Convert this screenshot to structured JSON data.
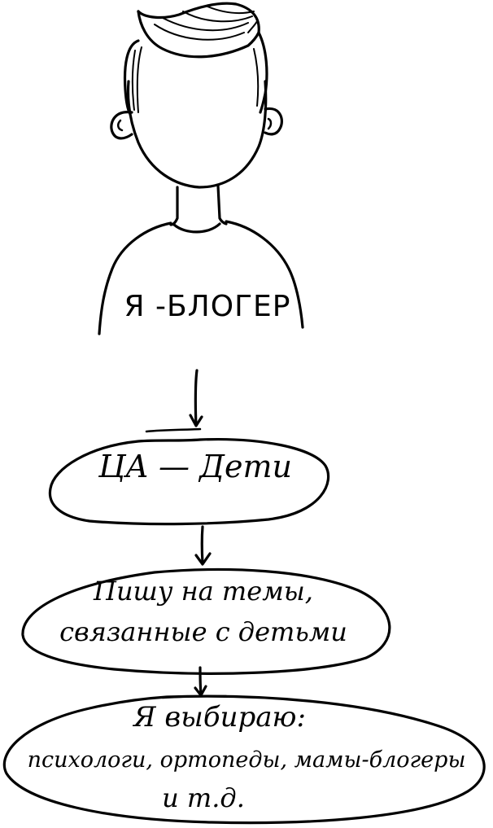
{
  "diagram": {
    "type": "hand-drawn flowchart",
    "colors": {
      "ink": "#000000",
      "background": "#ffffff"
    },
    "person": {
      "icon": "faceless-person-icon",
      "label": "Я -БЛОГЕР"
    },
    "nodes": [
      {
        "id": "node-target-audience",
        "shape": "ellipse",
        "lines": [
          "ЦА — Дети"
        ]
      },
      {
        "id": "node-topics",
        "shape": "ellipse",
        "lines": [
          "Пишу на темы,",
          "связанные с детьми"
        ]
      },
      {
        "id": "node-choice",
        "shape": "ellipse",
        "lines": [
          "Я выбираю:",
          "психологи, ортопеды, мамы-блогеры",
          "и т.д."
        ]
      }
    ],
    "arrows": [
      {
        "from": "person",
        "to": "node-target-audience",
        "icon": "arrow-down-icon"
      },
      {
        "from": "node-target-audience",
        "to": "node-topics",
        "icon": "arrow-down-icon"
      },
      {
        "from": "node-topics",
        "to": "node-choice",
        "icon": "arrow-down-icon"
      }
    ]
  }
}
